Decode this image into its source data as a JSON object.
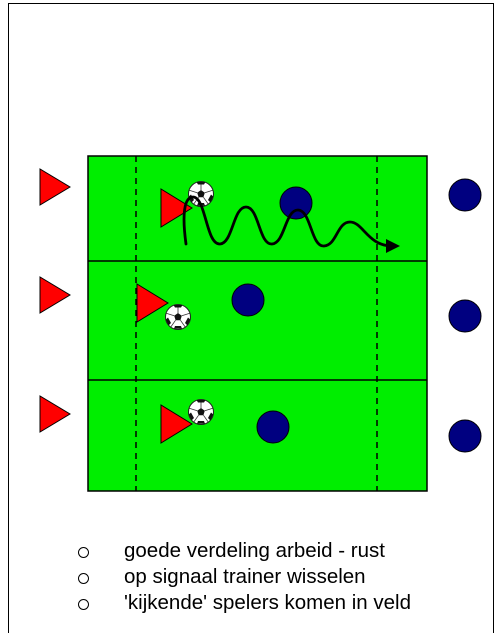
{
  "drill": {
    "colors": {
      "field": "#00ee00",
      "cone": "#ff0000",
      "player": "#000080",
      "lines": "#000000"
    },
    "icons": {
      "attacker": "red-triangle",
      "defender": "blue-circle",
      "ball": "soccer-ball",
      "dribble": "wavy-arrow"
    }
  },
  "notes": [
    "goede verdeling arbeid - rust",
    "op signaal trainer wisselen",
    "'kijkende' spelers komen in veld"
  ]
}
